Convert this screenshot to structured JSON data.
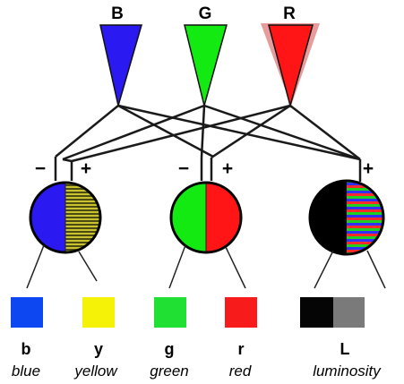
{
  "inputs": [
    {
      "label": "B",
      "color": "#2a19f0"
    },
    {
      "label": "G",
      "color": "#12ea12"
    },
    {
      "label": "R",
      "color": "#ff1515"
    }
  ],
  "channels": [
    {
      "minus": "−",
      "plus": "+"
    },
    {
      "minus": "−",
      "plus": "+"
    },
    {
      "plus": "+"
    }
  ],
  "outputs": [
    {
      "code": "b",
      "name": "blue",
      "color": "#0d47f2"
    },
    {
      "code": "y",
      "name": "yellow",
      "color": "#f5f208"
    },
    {
      "code": "g",
      "name": "green",
      "color": "#1fe033"
    },
    {
      "code": "r",
      "name": "red",
      "color": "#f71b1b"
    },
    {
      "code": "L",
      "name": "luminosity",
      "colors": [
        "#050505",
        "#7a7a7a"
      ]
    }
  ],
  "colors": {
    "wire": "#1a1a1a",
    "opponent_yellow": "#a6a01e",
    "luminosity_dark": "#000000"
  }
}
